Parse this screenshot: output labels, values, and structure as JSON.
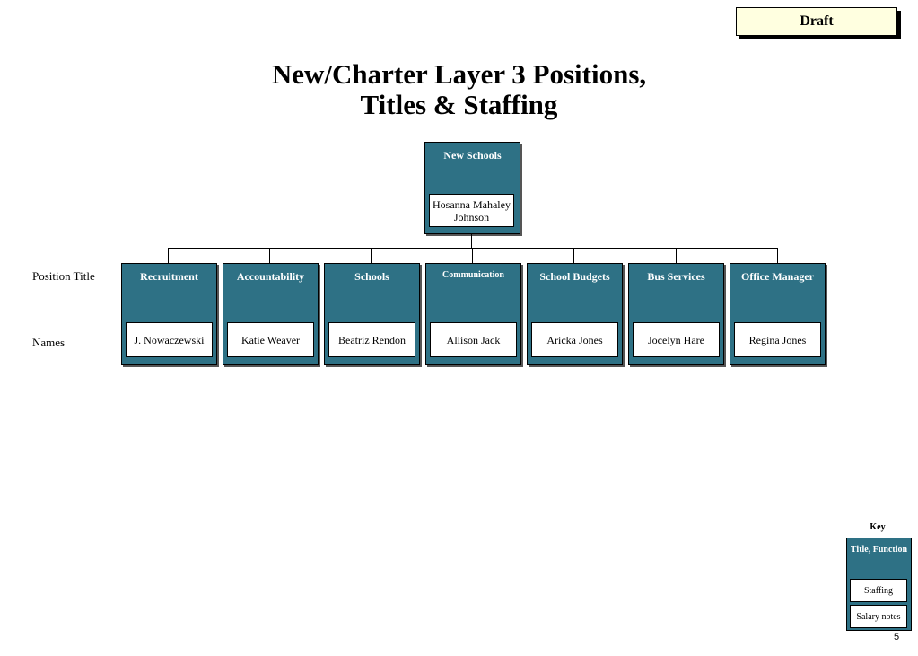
{
  "badge": {
    "label": "Draft"
  },
  "title": {
    "line1": "New/Charter Layer 3 Positions,",
    "line2": "Titles & Staffing"
  },
  "root": {
    "title": "New Schools",
    "name": "Hosanna Mahaley Johnson"
  },
  "row_labels": {
    "position": "Position Title",
    "names": "Names"
  },
  "positions": [
    {
      "title": "Recruitment",
      "name": "J. Nowaczewski"
    },
    {
      "title": "Accountability",
      "name": "Katie Weaver"
    },
    {
      "title": "Schools",
      "name": "Beatriz Rendon"
    },
    {
      "title": "Communication",
      "name": "Allison Jack"
    },
    {
      "title": "School Budgets",
      "name": "Aricka Jones"
    },
    {
      "title": "Bus Services",
      "name": "Jocelyn Hare"
    },
    {
      "title": "Office Manager",
      "name": "Regina Jones"
    }
  ],
  "key": {
    "label": "Key",
    "title": "Title, Function",
    "staffing": "Staffing",
    "salary": "Salary notes"
  },
  "page_number": "5",
  "colors": {
    "box_fill": "#2e7185",
    "draft_fill": "#ffffe0"
  }
}
